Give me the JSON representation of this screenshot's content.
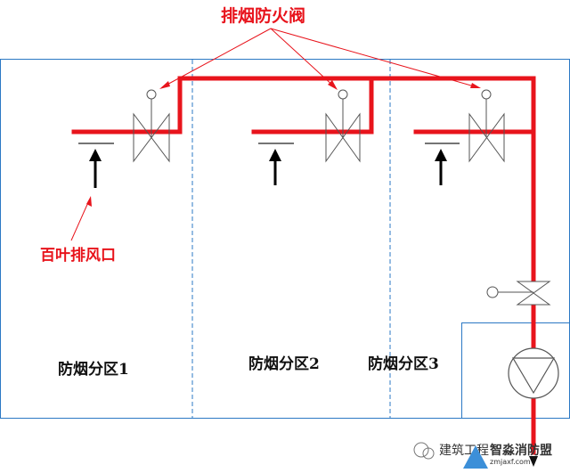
{
  "labels": {
    "damper_title": "排烟防火阀",
    "louver_title": "百叶排风口",
    "zone_1": "防烟分区1",
    "zone_2": "防烟分区2",
    "zone_3": "防烟分区3"
  },
  "watermark": {
    "left_text": "建筑工程",
    "right_text": "智淼消防",
    "right_sub": "zmjaxf.com",
    "right_glyph": "盟"
  },
  "colors": {
    "duct": "#e8141c",
    "zone_border": "#2b78c4",
    "symbol": "#555555",
    "arrow": "#000000",
    "label_red": "#e8141c"
  },
  "icons": {
    "valve": "bowtie-valve-icon",
    "fan": "fan-triangle-icon",
    "sensor": "circle-actuator-icon"
  }
}
